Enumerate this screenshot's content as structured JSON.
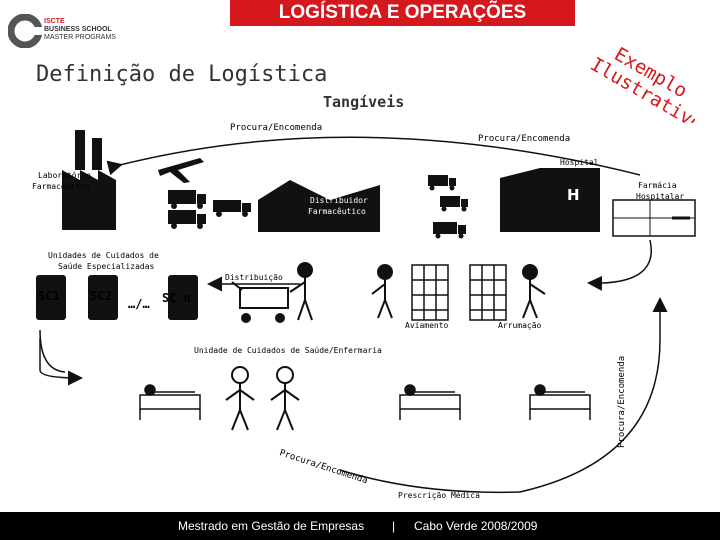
{
  "header": {
    "title": "LOGÍSTICA E OPERAÇÕES"
  },
  "logo": {
    "line1": "ISCTE",
    "line2": "BUSINESS SCHOOL",
    "line3": "MASTER PROGRAMS"
  },
  "slide": {
    "title": "Definição de Logística",
    "subtitle": "Tangíveis",
    "example_line1": "Exemplo",
    "example_line2": "Ilustrativo"
  },
  "diagram": {
    "order_top_left": "Procura/Encomenda",
    "order_top_right": "Procura/Encomenda",
    "hospital": "Hospital",
    "hospital_mark": "H",
    "lab_line1": "Laboratório",
    "lab_line2": "Farmacêutico",
    "distributor_line1": "Distribuidor",
    "distributor_line2": "Farmacêutico",
    "pharmacy_line1": "Farmácia",
    "pharmacy_line2": "Hospitalar",
    "units_line1": "Unidades de Cuidados de",
    "units_line2": "Saúde Especializadas",
    "sc1": "SC1",
    "sc2": "SC2",
    "sc_dots": "…/…",
    "scn": "SC n",
    "distribution": "Distribuição",
    "picking": "Aviamento",
    "storage": "Arrumação",
    "ward": "Unidade de Cuidados de Saúde/Enfermaria",
    "order_vertical": "Procura/Encomenda",
    "order_bottom": "Procura/Encomenda",
    "prescription": "Prescrição Médica"
  },
  "footer": {
    "left": "Mestrado em Gestão de Empresas",
    "separator": "|",
    "right": "Cabo Verde 2008/2009"
  },
  "colors": {
    "title_bar": "#d5171e",
    "footer": "#000000",
    "ink": "#111111"
  }
}
